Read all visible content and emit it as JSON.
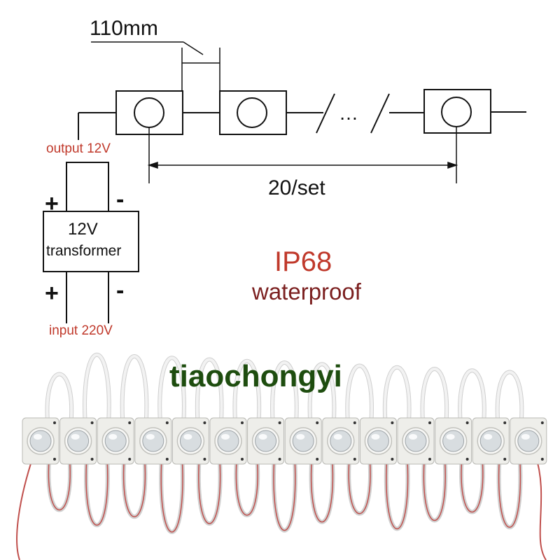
{
  "diagram": {
    "spacing_label": "110mm",
    "count_label": "20/set",
    "output_label": "output 12V",
    "input_label": "input 220V",
    "transformer_line1": "12V",
    "transformer_line2": "transformer",
    "plus_top": "+",
    "minus_top": "-",
    "plus_bottom": "+",
    "minus_bottom": "-",
    "ellipsis": "…"
  },
  "rating": {
    "code": "IP68",
    "desc": "waterproof"
  },
  "watermark": "tiaochongyi",
  "photo": {
    "module_count": 14,
    "module_color": "#eeeeea",
    "lens_color": "#d8dde0",
    "wire_white": "#f2f2f2",
    "wire_red": "#c0504d"
  },
  "colors": {
    "label_red": "#c0392b",
    "watermark_green": "#1e4d0f",
    "line": "#111111"
  }
}
